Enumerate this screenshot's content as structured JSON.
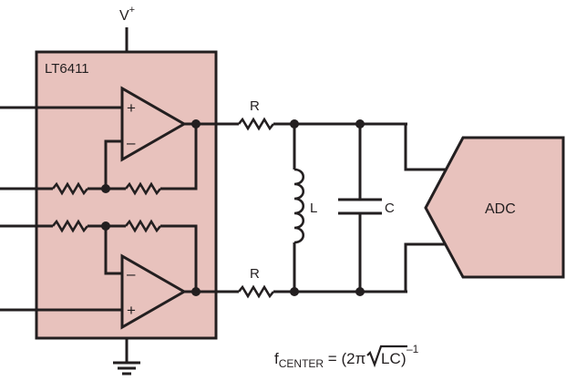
{
  "diagram": {
    "chip_label": "LT6411",
    "supply_label_base": "V",
    "supply_label_sup": "+",
    "opamp_top": {
      "plus": "+",
      "minus": "–"
    },
    "opamp_bottom": {
      "plus": "+",
      "minus": "–"
    },
    "resistor_top_label": "R",
    "resistor_bottom_label": "R",
    "inductor_label": "L",
    "capacitor_label": "C",
    "adc_label": "ADC",
    "formula": {
      "f": "f",
      "sub": "CENTER",
      "eq": " = (2π",
      "radicand": "LC",
      "close": ")",
      "exp": "–1"
    },
    "colors": {
      "chip_fill": "#e8c2bd",
      "adc_fill": "#e8c2bd",
      "ink": "#231f20"
    }
  }
}
